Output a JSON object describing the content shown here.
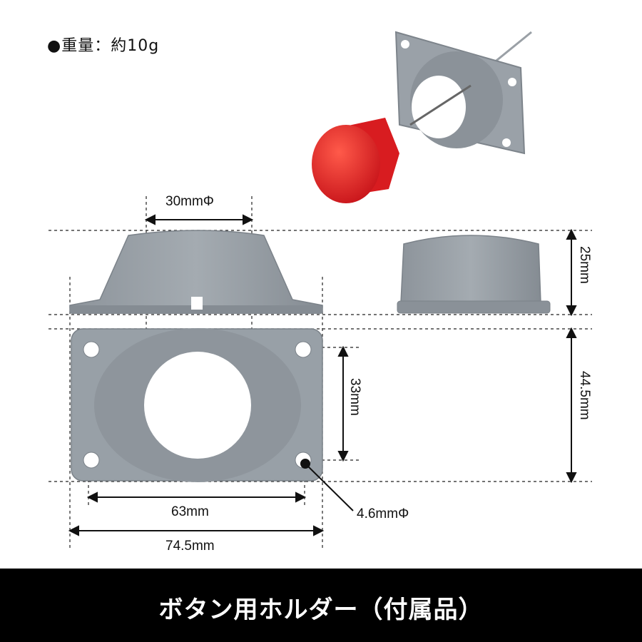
{
  "weight_label": "●重量：約10g",
  "dimensions": {
    "button_diameter": "30mmΦ",
    "height": "25mm",
    "hole_spacing_vertical": "33mm",
    "total_height": "44.5mm",
    "hole_spacing_horizontal": "63mm",
    "mounting_hole_diameter": "4.6mmΦ",
    "total_width": "74.5mm"
  },
  "footer": {
    "title": "ボタン用ホルダー（付属品）"
  },
  "colors": {
    "holder_gray": "#8f979f",
    "button_red": "#e02020",
    "footer_bg": "#000000"
  }
}
